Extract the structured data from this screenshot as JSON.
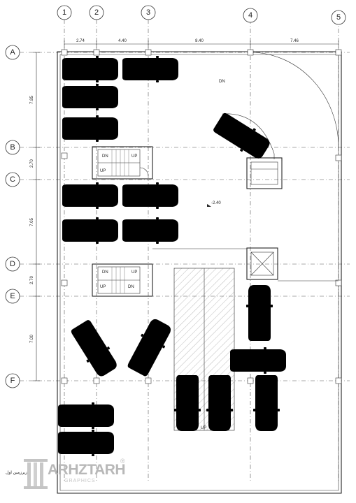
{
  "grid": {
    "columns": [
      "1",
      "2",
      "3",
      "4",
      "5"
    ],
    "rows": [
      "A",
      "B",
      "C",
      "D",
      "E",
      "F"
    ],
    "column_dims": [
      "2.74",
      "4.40",
      "8.40",
      "7.46"
    ],
    "row_dims": [
      "7.85",
      "2.70",
      "7.05",
      "2.70",
      "7.00"
    ]
  },
  "labels": {
    "ramp_down": "DN",
    "elevation": "-2.40",
    "ramp_up": "UP",
    "stair1": [
      "DN",
      "UP",
      "UP"
    ],
    "stair2": [
      "DN",
      "UP",
      "UP",
      "DN"
    ]
  },
  "footer": {
    "floor_label": "زیرزمین اول",
    "logo_text": "ARHZTARH",
    "logo_sub": "GRAPHICS",
    "logo_reg": "®"
  }
}
